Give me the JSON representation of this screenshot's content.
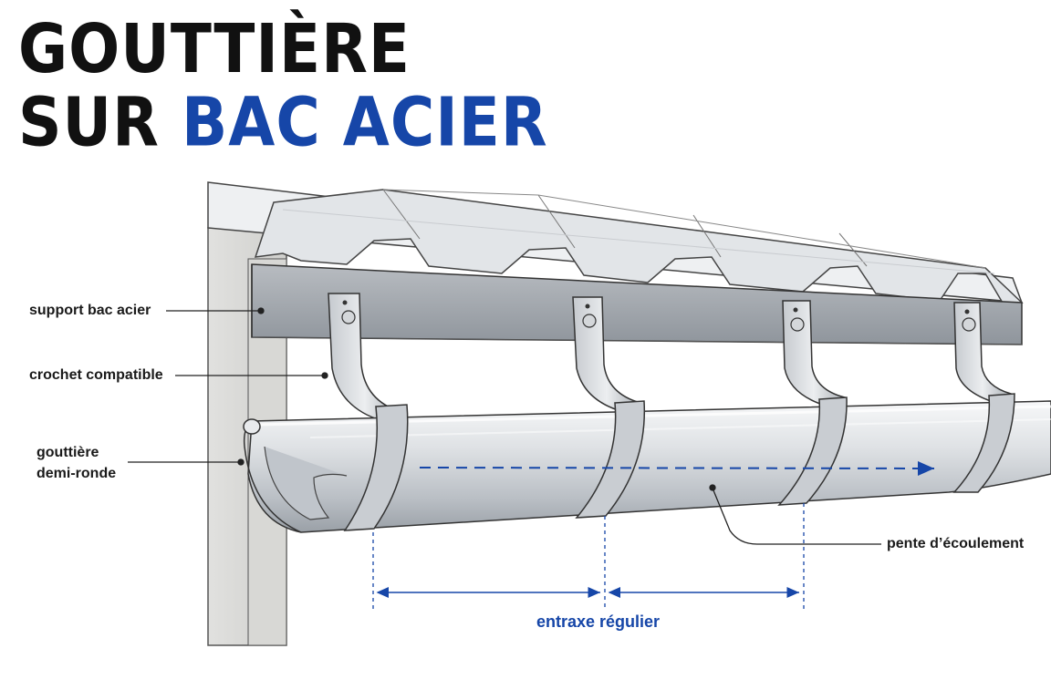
{
  "title": {
    "line1": "GOUTTIÈRE",
    "line2_prefix": "SUR ",
    "line2_accent": "BAC ACIER"
  },
  "colors": {
    "title_dark": "#111111",
    "accent_blue": "#1646a8",
    "steel_light": "#e6e8eb",
    "steel_mid": "#c3c7cc",
    "steel_dark": "#8d939a"
  },
  "labels": {
    "support": "support bac acier",
    "crochet": "crochet compatible",
    "gouttiere_line1": "gouttière",
    "gouttiere_line2": "demi-ronde",
    "pente": "pente d’écoulement",
    "entraxe": "entraxe régulier"
  }
}
